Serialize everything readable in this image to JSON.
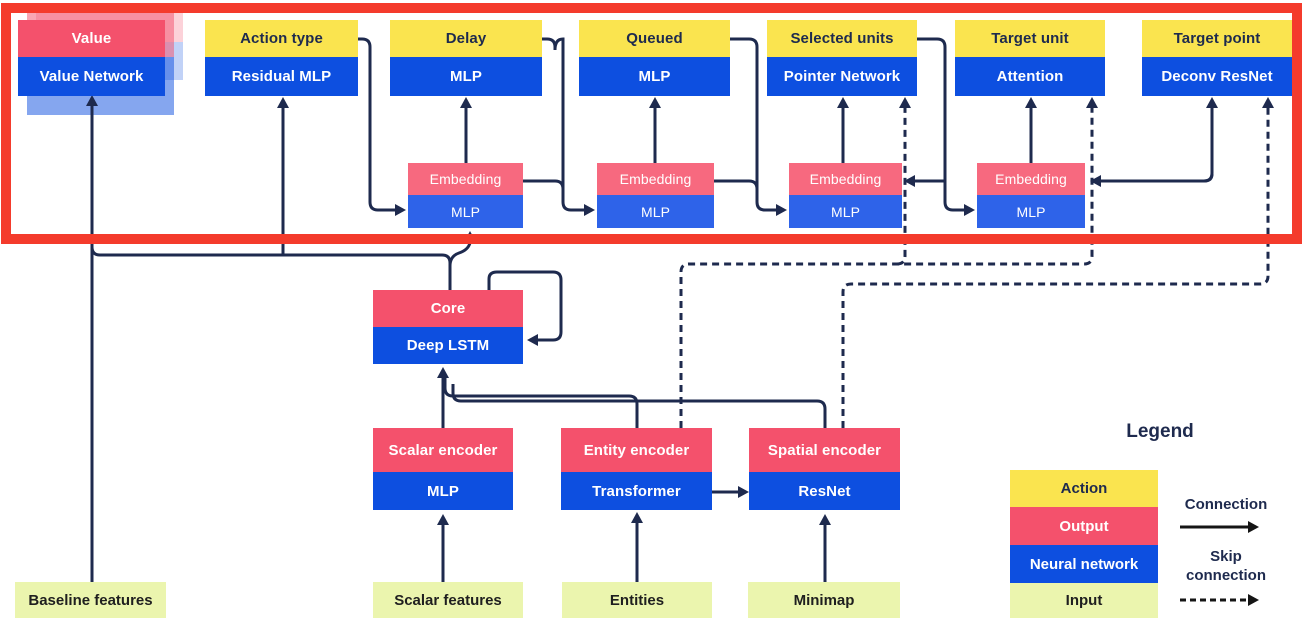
{
  "heads": [
    {
      "top": "Value",
      "bottom": "Value Network"
    },
    {
      "top": "Action type",
      "bottom": "Residual MLP"
    },
    {
      "top": "Delay",
      "bottom": "MLP"
    },
    {
      "top": "Queued",
      "bottom": "MLP"
    },
    {
      "top": "Selected units",
      "bottom": "Pointer Network"
    },
    {
      "top": "Target unit",
      "bottom": "Attention"
    },
    {
      "top": "Target point",
      "bottom": "Deconv ResNet"
    }
  ],
  "embeddings": [
    {
      "top": "Embedding",
      "bottom": "MLP"
    },
    {
      "top": "Embedding",
      "bottom": "MLP"
    },
    {
      "top": "Embedding",
      "bottom": "MLP"
    },
    {
      "top": "Embedding",
      "bottom": "MLP"
    }
  ],
  "core": {
    "top": "Core",
    "bottom": "Deep LSTM"
  },
  "encoders": [
    {
      "top": "Scalar encoder",
      "bottom": "MLP"
    },
    {
      "top": "Entity encoder",
      "bottom": "Transformer"
    },
    {
      "top": "Spatial encoder",
      "bottom": "ResNet"
    }
  ],
  "inputs": [
    "Baseline features",
    "Scalar features",
    "Entities",
    "Minimap"
  ],
  "legend": {
    "title": "Legend",
    "items": [
      {
        "label": "Action",
        "color": "#FAE44F"
      },
      {
        "label": "Output",
        "color": "#F4516C"
      },
      {
        "label": "Neural network",
        "color": "#0D4FE0"
      },
      {
        "label": "Input",
        "color": "#EBF5AE"
      }
    ],
    "connection_label": "Connection",
    "skip_connection_label": "Skip connection"
  },
  "colors": {
    "action": "#FAE44F",
    "output": "#F4516C",
    "neural_network": "#0D4FE0",
    "embedding_output": "#F7697F",
    "embedding_network": "#2E63E9",
    "input": "#EBF5AE",
    "line": "#1E2A4E",
    "annotation_box": "#F43B2C"
  }
}
